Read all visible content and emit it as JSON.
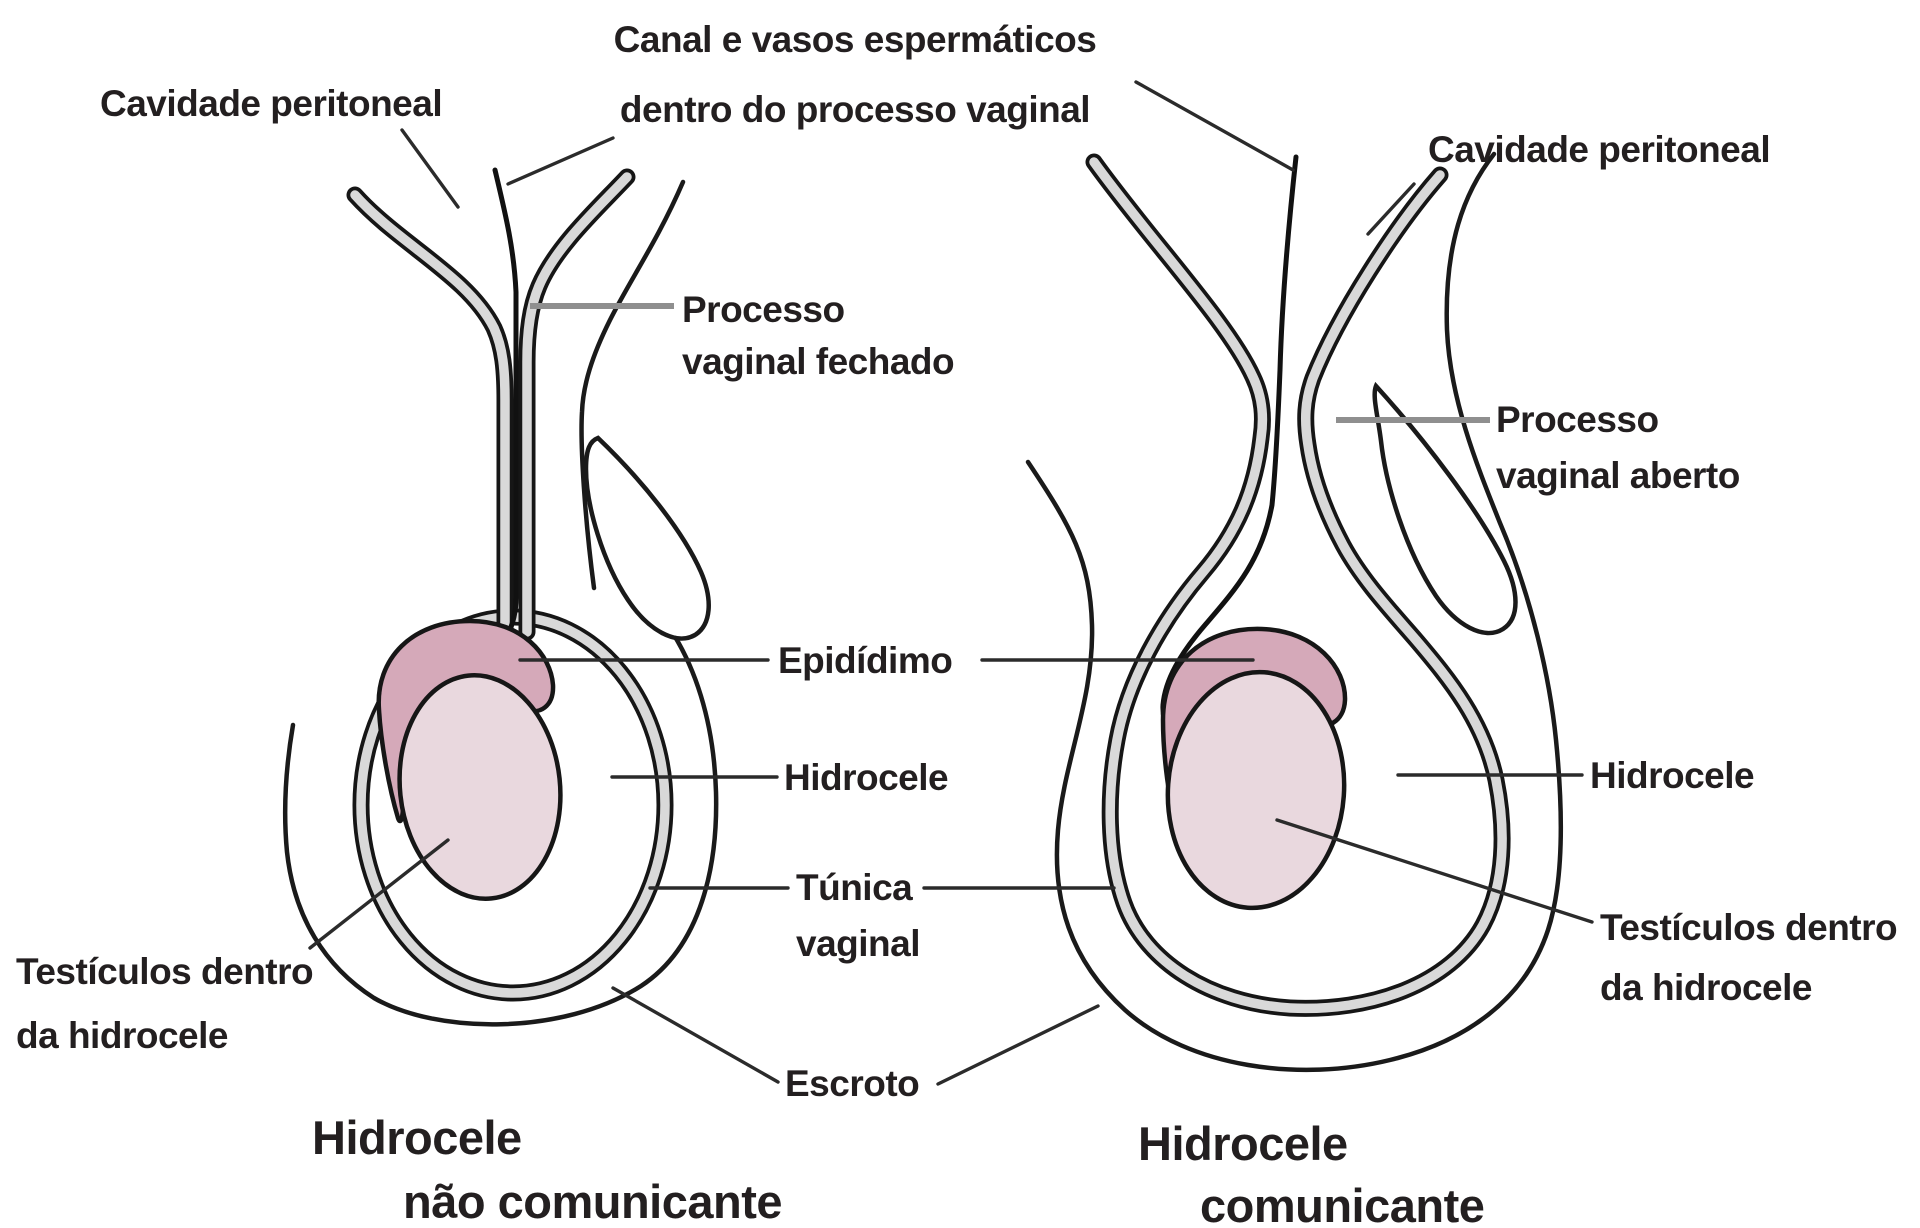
{
  "figure": {
    "description": "Medical diagram comparing non-communicating and communicating hydrocele",
    "language": "pt"
  },
  "colors": {
    "background": "#ffffff",
    "outline": "#1a1a1a",
    "band_gray": "#d9d9d9",
    "leader_gray": "#8f8f8f",
    "leader_dark": "#2b2b2b",
    "epididymis_pink": "#d5a9b9",
    "testis_pink": "#e9d8de",
    "text": "#231f20"
  },
  "labels": {
    "cavidade_left": "Cavidade peritoneal",
    "canal_line1": "Canal e vasos espermáticos",
    "canal_line2": "dentro do processo vaginal",
    "cavidade_right": "Cavidade peritoneal",
    "processo_left_line1": "Processo",
    "processo_left_line2": "vaginal fechado",
    "processo_right_line1": "Processo",
    "processo_right_line2": "vaginal aberto",
    "epididimo": "Epidídimo",
    "hidrocele_center": "Hidrocele",
    "hidrocele_right": "Hidrocele",
    "tunica_line1": "Túnica",
    "tunica_line2": "vaginal",
    "escroto": "Escroto",
    "testiculos_left_line1": "Testículos dentro",
    "testiculos_left_line2": "da hidrocele",
    "testiculos_right_line1": "Testículos dentro",
    "testiculos_right_line2": "da hidrocele",
    "title_left_line1": "Hidrocele",
    "title_left_line2": "não comunicante",
    "title_right_line1": "Hidrocele",
    "title_right_line2": "comunicante"
  }
}
